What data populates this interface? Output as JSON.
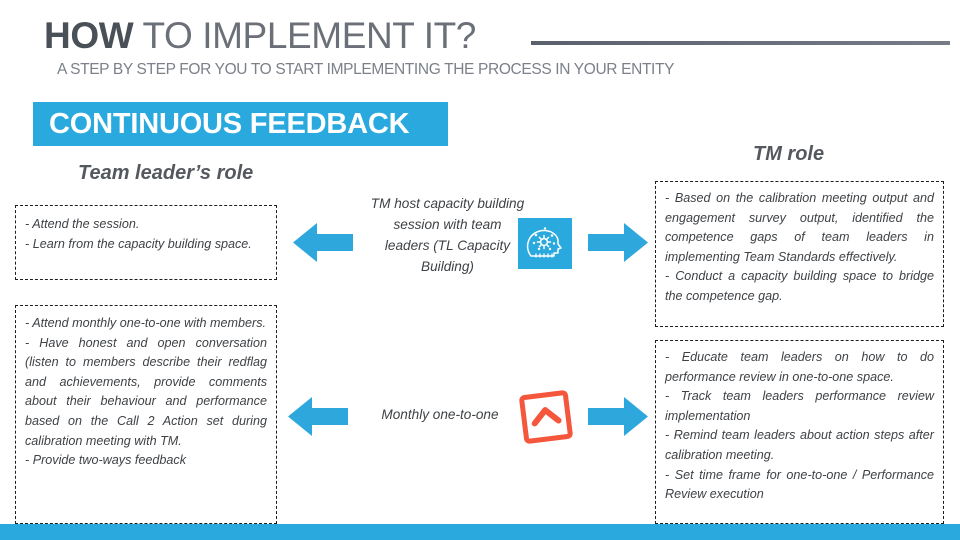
{
  "header": {
    "title_strong": "HOW",
    "title_rest": " TO IMPLEMENT IT?",
    "subtitle": "A STEP BY STEP FOR YOU TO START IMPLEMENTING THE PROCESS IN YOUR ENTITY",
    "rule_color": "#5a606c"
  },
  "section": {
    "banner_label": "CONTINUOUS FEEDBACK",
    "banner_color": "#29a9de"
  },
  "columns": {
    "left_heading": "Team leader’s role",
    "right_heading": "TM role"
  },
  "rows": [
    {
      "id": "capacity-building",
      "left_box": "- Attend the session.\n- Learn from the capacity building space.",
      "center_label": "TM host capacity building session with team leaders (TL Capacity Building)",
      "center_icon": "head-gear-icon",
      "left_arrow_icon": "arrow-left-icon",
      "right_arrow_icon": "arrow-right-icon",
      "right_box": "- Based on the calibration meeting output and engagement survey output, identified the competence gaps of team leaders in implementing Team Standards effectively.\n- Conduct a capacity building space to bridge the competence gap."
    },
    {
      "id": "monthly-one-to-one",
      "left_box": "- Attend monthly one-to-one with members.\n- Have honest and open conversation (listen to members describe their redflag and achievements, provide comments about their behaviour and performance based on the Call 2 Action set during calibration meeting with TM.\n- Provide two-ways feedback",
      "center_label": "Monthly one-to-one",
      "center_icon": "chevron-up-box-icon",
      "left_arrow_icon": "arrow-left-icon",
      "right_arrow_icon": "arrow-right-icon",
      "right_box": "- Educate team leaders on how to do performance review in one-to-one space.\n- Track team leaders performance review implementation\n- Remind team leaders about action steps after calibration meeting.\n- Set time frame for one-to-one / Performance Review  execution"
    }
  ],
  "colors": {
    "accent_blue": "#29a9de",
    "accent_orange": "#f4573b",
    "text_dark": "#3e4246",
    "heading_gray": "#55595f"
  },
  "footer": {
    "bar_color": "#29a9de"
  }
}
